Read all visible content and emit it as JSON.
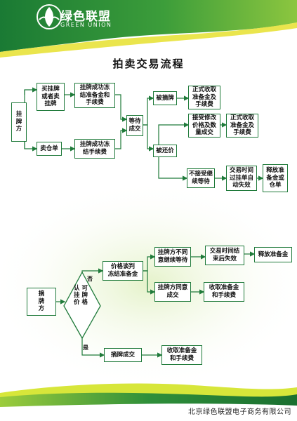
{
  "brand": {
    "name_cn": "绿色联盟",
    "name_en": "GREEN UNION"
  },
  "title": "拍卖交易流程",
  "flow1": {
    "guapaifang": "挂\n牌\n方",
    "buy_or_sell": "买挂牌\n或者卖\n挂牌",
    "sell_warehouse": "卖仓单",
    "freeze_margin_fee": "挂牌成功冻\n结准备金和\n手续费",
    "freeze_fee": "挂牌成功冻\n结手续费",
    "wait_deal": "等待\n成交",
    "delisted": "被摘牌",
    "formal_collect": "正式收取\n准备金及\n手续费",
    "counter_offer": "被还价",
    "accept_counter": "接受修改\n价格及数\n量成交",
    "formal_collect_fee": "正式收取\n准备金及\n手续费",
    "reject_counter": "不接受继\n续等待",
    "auto_expire": "交易时间\n过挂单自\n动失效",
    "release": "释放准\n备金或\n仓单"
  },
  "flow2": {
    "zhaipaifang": "摘\n牌\n方",
    "confirm_price": "认\n可\n挂\n牌\n价\n格",
    "no": "否",
    "yes": "是",
    "negotiate": "价格谈判\n冻结准备金",
    "disagree_wait": "挂牌方不同\n意继续等待",
    "expire_end": "交易时间结\n束后失效",
    "release_margin": "释放准备金",
    "agree_deal": "挂牌方同意\n成交",
    "collect_margin_fee": "收取准备金\n和手续费",
    "delist_deal": "摘牌成交",
    "collect_margin_fee2": "收取准备金\n和手续费"
  },
  "footer": "北京绿色联盟电子商务有限公司",
  "colors": {
    "green_dark": "#1e7d3a",
    "green_light": "#8cc63f",
    "yellow": "#e6e23a",
    "line": "#1f7a3a"
  }
}
